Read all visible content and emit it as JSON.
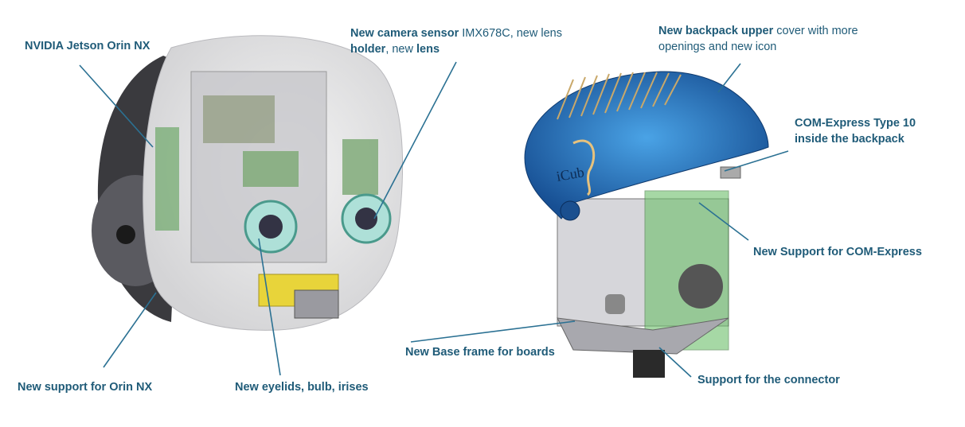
{
  "labels": {
    "jetson": {
      "bold": "NVIDIA Jetson Orin NX"
    },
    "camera": {
      "bold1": "New camera sensor",
      "text1": " IMX678C, new lens",
      "bold2": "holder",
      "text2": ", new ",
      "bold3": "lens"
    },
    "backpack": {
      "bold": "New backpack upper",
      "text": " cover with more openings and new icon"
    },
    "com_express": {
      "line1": "COM-Express Type 10",
      "line2": "inside the backpack"
    },
    "support_com": {
      "bold": "New Support for COM-Express"
    },
    "base_frame": {
      "bold": "New Base frame for boards"
    },
    "connector": {
      "bold": "Support for the connector"
    },
    "support_orin": {
      "bold": "New support for Orin NX"
    },
    "eyelids": {
      "bold": "New eyelids, bulb, irises"
    }
  },
  "logo_text": "iCub",
  "colors": {
    "label": "#1f5b78",
    "leader": "#2b7193",
    "cover": "#1d5fa8"
  }
}
